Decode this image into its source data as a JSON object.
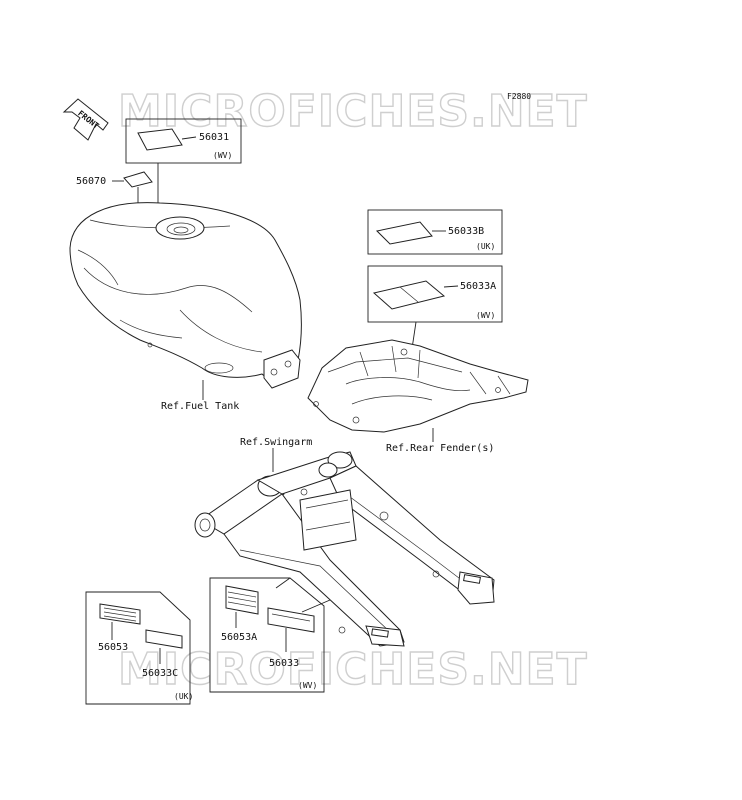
{
  "watermark": "MICROFICHES.NET",
  "figure_code": "F2880",
  "front_arrow": "FRONT",
  "callouts": {
    "p56031": "56031",
    "p56070": "56070",
    "p56033B": "56033B",
    "p56033A": "56033A",
    "p56053": "56053",
    "p56033C": "56033C",
    "p56053A": "56053A",
    "p56033": "56033"
  },
  "markets": {
    "wv_top": "(WV)",
    "uk_right": "(UK)",
    "wv_right": "(WV)",
    "uk_bottom": "(UK)",
    "wv_bottom": "(WV)"
  },
  "references": {
    "fuel_tank": "Ref.Fuel Tank",
    "rear_fender": "Ref.Rear Fender(s)",
    "swingarm": "Ref.Swingarm"
  }
}
